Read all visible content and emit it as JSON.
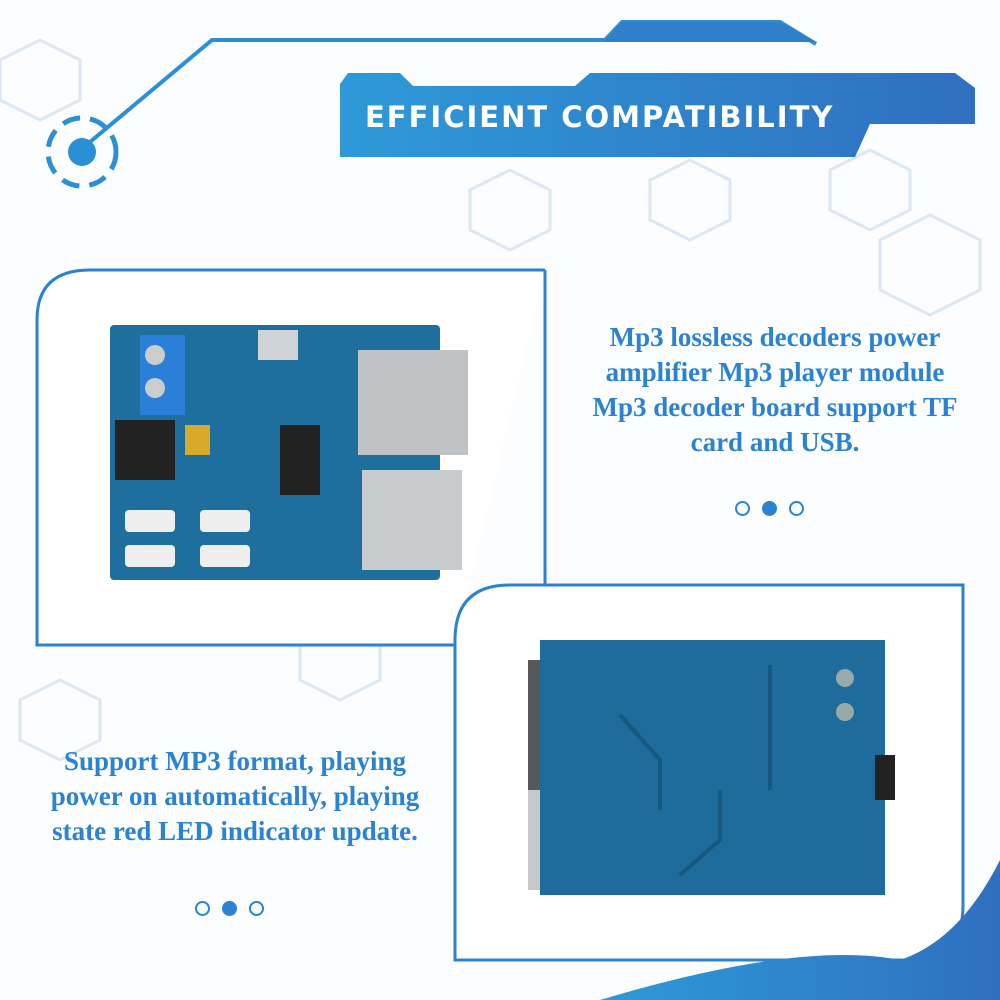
{
  "banner": {
    "title": "EFFICIENT COMPATIBILITY"
  },
  "colors": {
    "accent": "#2b82d0",
    "banner_start": "#2e9ad8",
    "banner_end": "#2f6fc0",
    "pcb": "#1f6f9e"
  },
  "sections": [
    {
      "lines": [
        "Mp3 lossless decoders power",
        "amplifier Mp3 player module",
        "Mp3 decoder board support TF",
        "card and USB."
      ],
      "pager": {
        "count": 3,
        "active": 1
      },
      "image": "pcb-front-photo"
    },
    {
      "lines": [
        "Support MP3 format, playing",
        "power on automatically, playing",
        "state red LED indicator update."
      ],
      "pager": {
        "count": 3,
        "active": 1
      },
      "image": "pcb-back-photo"
    }
  ]
}
